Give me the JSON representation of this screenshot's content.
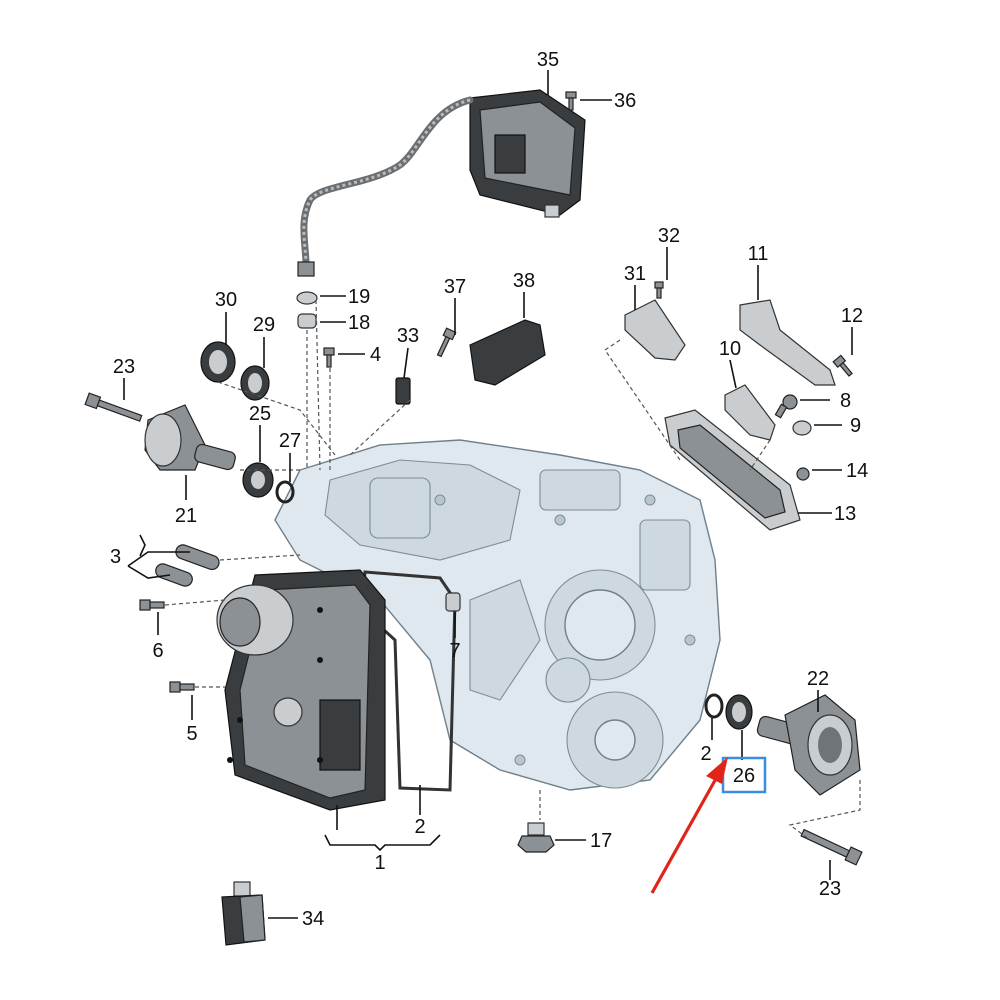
{
  "labels": {
    "l1": "1",
    "l2": "2",
    "l3": "3",
    "l4": "4",
    "l5": "5",
    "l6": "6",
    "l7": "7",
    "l8": "8",
    "l9": "9",
    "l10": "10",
    "l11": "11",
    "l12": "12",
    "l13": "13",
    "l14": "14",
    "l17": "17",
    "l18": "18",
    "l19": "19",
    "l21": "21",
    "l22": "22",
    "l23a": "23",
    "l23b": "23",
    "l25": "25",
    "l26": "26",
    "l27a": "27",
    "l27b": "2",
    "l29": "29",
    "l30": "30",
    "l31": "31",
    "l32": "32",
    "l33": "33",
    "l34": "34",
    "l35": "35",
    "l36": "36",
    "l37": "37",
    "l38": "38"
  },
  "highlight": {
    "part": "26",
    "box_color": "#3a8de0",
    "arrow_color": "#e02418"
  }
}
